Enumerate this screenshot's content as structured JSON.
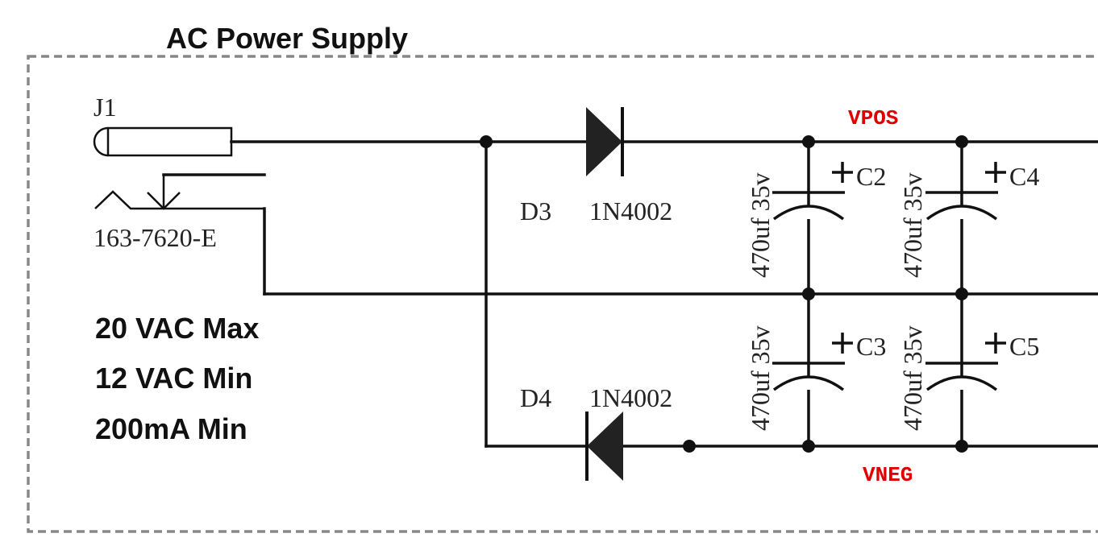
{
  "title": "AC Power Supply",
  "connector": {
    "ref": "J1",
    "part": "163-7620-E"
  },
  "specs": [
    "20 VAC Max",
    "12 VAC Min",
    "200mA Min"
  ],
  "diodes": [
    {
      "ref": "D3",
      "value": "1N4002"
    },
    {
      "ref": "D4",
      "value": "1N4002"
    }
  ],
  "capacitors": [
    {
      "ref": "C2",
      "value": "470uf 35v"
    },
    {
      "ref": "C4",
      "value": "470uf 35v"
    },
    {
      "ref": "C3",
      "value": "470uf 35v"
    },
    {
      "ref": "C5",
      "value": "470uf 35v"
    }
  ],
  "nets": {
    "positive": "VPOS",
    "negative": "VNEG"
  },
  "colors": {
    "net_label": "#e00000",
    "wire": "#111111",
    "border": "#888888"
  }
}
